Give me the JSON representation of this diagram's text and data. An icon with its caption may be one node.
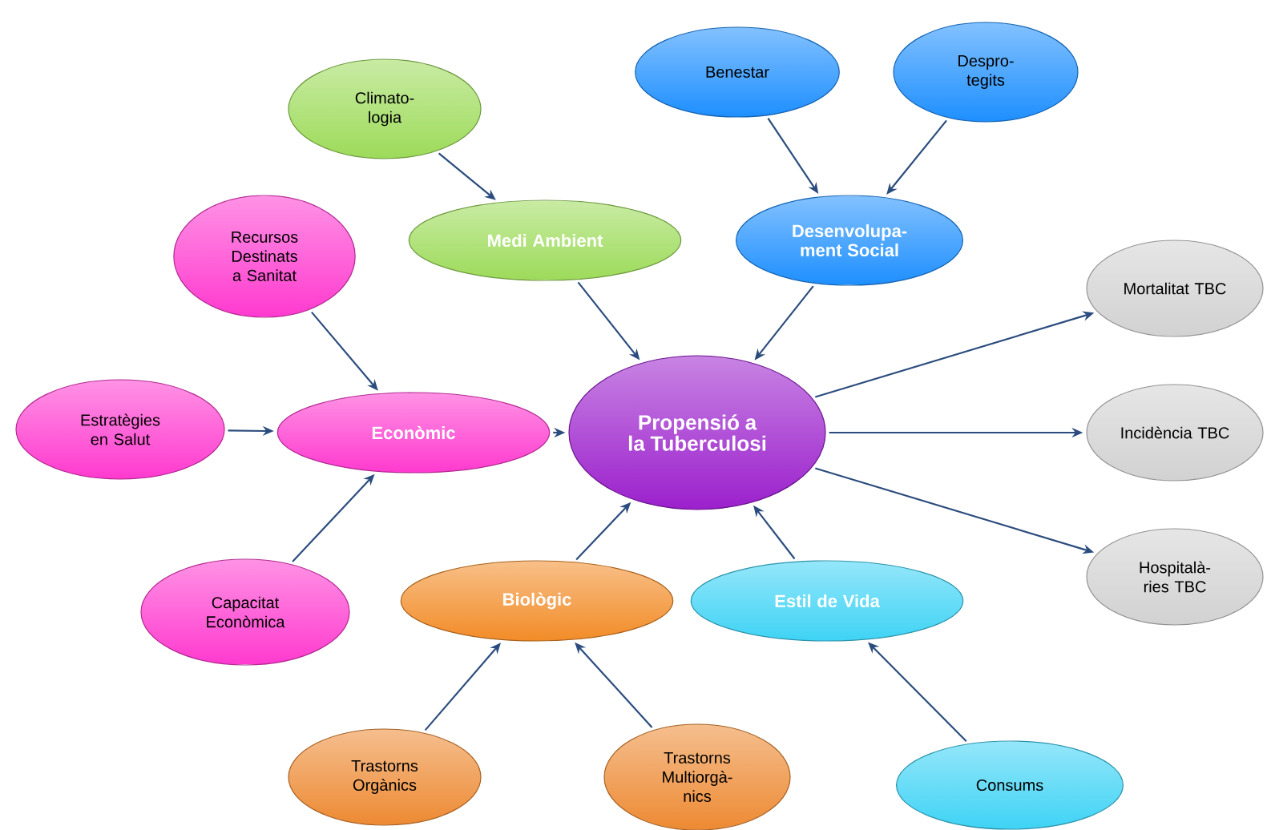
{
  "diagram": {
    "nodes": [
      {
        "text": [
          "Climato- logia"
        ]
      },
      {
        "text": [
          "Medi Ambient"
        ]
      },
      {
        "text": [
          "Benestar"
        ]
      },
      {
        "text": [
          "Despro- tegits"
        ]
      },
      {
        "text": [
          "Desenvolupa- ment Social"
        ]
      },
      {
        "text": [
          "Recursos Destinats a Sanitat"
        ]
      },
      {
        "text": [
          "Estratègies en Salut"
        ]
      },
      {
        "text": [
          "Econòmic"
        ]
      },
      {
        "text": [
          "Propensió a la Tuberculosi"
        ]
      },
      {
        "text": [
          "Mortalitat TBC"
        ]
      },
      {
        "text": [
          "Incidència TBC"
        ]
      },
      {
        "text": [
          "Hospitalà- ries TBC"
        ]
      },
      {
        "text": [
          "Capacitat Econòmica"
        ]
      },
      {
        "text": [
          "Biològic"
        ]
      },
      {
        "text": [
          "Estil de Vida"
        ]
      },
      {
        "text": [
          "Trastorns Orgànics"
        ]
      },
      {
        "text": [
          "Trastorns Multiorgà- nics"
        ]
      },
      {
        "text": [
          "Consums"
        ]
      }
    ],
    "edges": [
      {
        "from": 0,
        "to": 1,
        "arrow": "to"
      },
      {
        "from": 1,
        "to": 8,
        "arrow": "to"
      },
      {
        "from": 2,
        "to": 4,
        "arrow": "to"
      },
      {
        "from": 3,
        "to": 4,
        "arrow": "to"
      },
      {
        "from": 4,
        "to": 8,
        "arrow": "to"
      },
      {
        "from": 5,
        "to": 7,
        "arrow": "to"
      },
      {
        "from": 6,
        "to": 7,
        "arrow": "to"
      },
      {
        "from": 12,
        "to": 7,
        "arrow": "to"
      },
      {
        "from": 7,
        "to": 8,
        "arrow": "to"
      },
      {
        "from": 8,
        "to": 9,
        "arrow": "to"
      },
      {
        "from": 8,
        "to": 10,
        "arrow": "to"
      },
      {
        "from": 8,
        "to": 11,
        "arrow": "to"
      },
      {
        "from": 13,
        "to": 8,
        "arrow": "to"
      },
      {
        "from": 15,
        "to": 13,
        "arrow": "to"
      },
      {
        "from": 16,
        "to": 13,
        "arrow": "to"
      },
      {
        "from": 14,
        "to": 8,
        "arrow": "to"
      },
      {
        "from": 17,
        "to": 14,
        "arrow": "to"
      }
    ]
  }
}
